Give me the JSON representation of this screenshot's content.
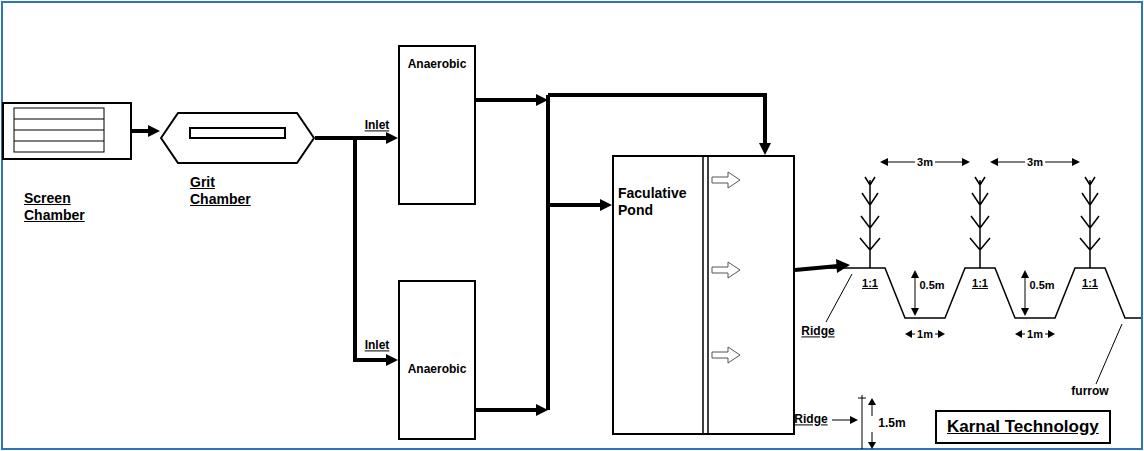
{
  "diagram": {
    "nodes": [
      {
        "text": [
          "Screen Chamber"
        ]
      },
      {
        "text": [
          "Grit Chamber"
        ]
      },
      {
        "text": [
          "Anaerobic"
        ]
      },
      {
        "text": [
          "Anaerobic"
        ]
      },
      {
        "text": [
          "Faculative Pond"
        ]
      },
      {
        "text": [
          "Karnal Technology"
        ]
      }
    ],
    "edges": [
      {
        "from": 0,
        "to": 1,
        "arrow": "to"
      },
      {
        "from": 1,
        "to": 2,
        "arrow": "to"
      },
      {
        "from": 1,
        "to": 3,
        "arrow": "to"
      },
      {
        "from": 2,
        "to": 4,
        "arrow": "to"
      },
      {
        "from": 3,
        "to": 4,
        "arrow": "to"
      }
    ],
    "labels": [
      "Inlet",
      "Inlet",
      "3m",
      "3m",
      "0.5m",
      "0.5m",
      "1:1",
      "1:1",
      "1:1",
      "1m",
      "1m",
      "Ridge",
      "furrow",
      "Ridge",
      "1.5m"
    ]
  }
}
